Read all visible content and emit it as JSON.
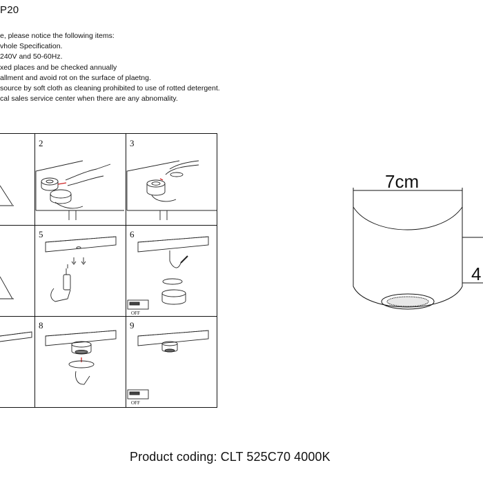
{
  "document": {
    "title": "P20",
    "notice_lines": [
      "e, please notice the following items:",
      "vhole Specification.",
      "240V and 50-60Hz.",
      "xed places and be checked annually",
      "allment and avoid rot on the surface of plaetng.",
      "source by soft cloth as cleaning prohibited to use of rotted detergent.",
      "cal sales service center when there are any abnomality."
    ]
  },
  "steps": {
    "numbers": [
      "2",
      "3",
      "5",
      "6",
      "8",
      "9"
    ],
    "switch_off_label": "OFF"
  },
  "dimensions": {
    "width_label": "7cm",
    "height_label": "4"
  },
  "footer": {
    "product_coding": "Product coding: CLT 525C70 4000K"
  }
}
